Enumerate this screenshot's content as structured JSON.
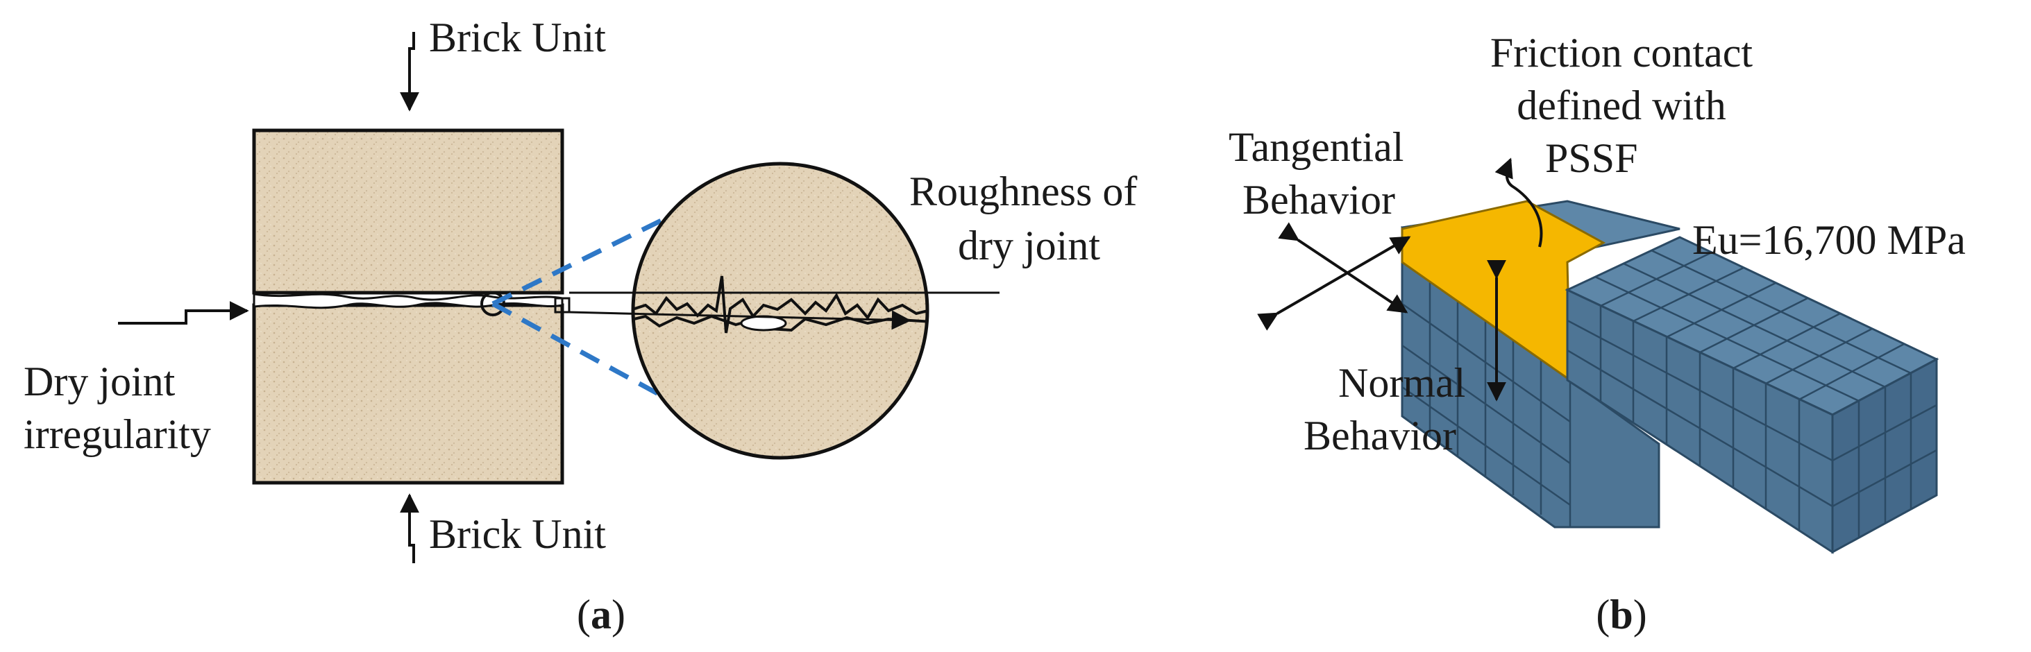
{
  "panel_a": {
    "top_label": "Brick Unit",
    "bottom_label": "Brick Unit",
    "left_label_line1": "Dry joint",
    "left_label_line2": "irregularity",
    "right_label_line1": "Roughness of",
    "right_label_line2": "dry joint",
    "caption_open": "(",
    "caption_letter": "a",
    "caption_close": ")"
  },
  "panel_b": {
    "tangential_line1": "Tangential",
    "tangential_line2": "Behavior",
    "normal_line1": "Normal",
    "normal_line2": "Behavior",
    "friction_line1": "Friction contact",
    "friction_line2": "defined with",
    "friction_line3": "PSSF",
    "modulus_label": "Eu=16,700 MPa",
    "caption_open": "(",
    "caption_letter": "b",
    "caption_close": ")"
  },
  "colors": {
    "brick_fill": "#E3D3B8",
    "zoom_lines": "#2E78C7",
    "mesh_top": "#5E87A8",
    "mesh_side": "#4E7595",
    "mesh_front": "#44698A",
    "mesh_lines": "#2B4A64",
    "contact_surface": "#F5B700"
  },
  "icons": {
    "load_arrow": "down-arrow-icon",
    "double_arrow": "double-headed-arrow-icon"
  }
}
